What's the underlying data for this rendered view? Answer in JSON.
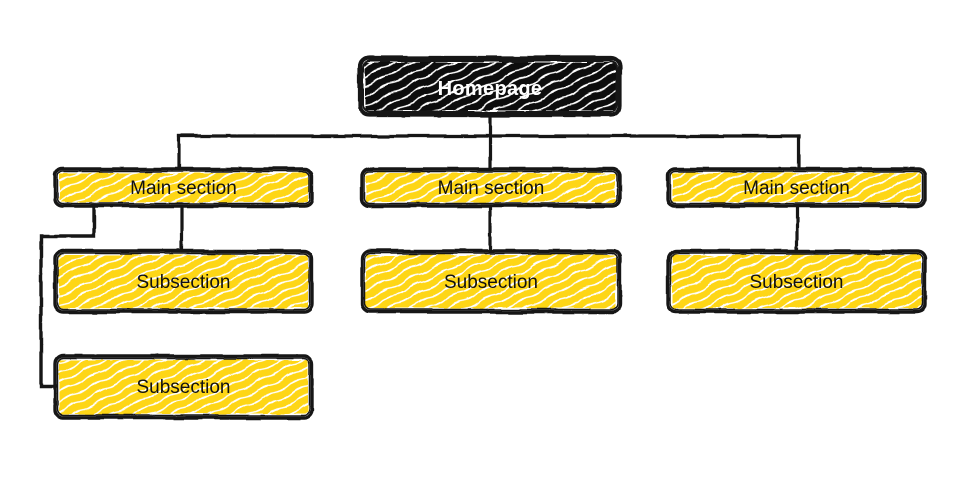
{
  "diagram_type": "sitemap-tree",
  "colors": {
    "yellow": "#FED615",
    "node_black": "#0d0d0d",
    "line": "#161616",
    "text_dark": "#111111",
    "text_light": "#ffffff"
  },
  "nodes": {
    "homepage": {
      "label": "Homepage",
      "level": "root"
    },
    "main_left": {
      "label": "Main section",
      "level": "main"
    },
    "main_center": {
      "label": "Main section",
      "level": "main"
    },
    "main_right": {
      "label": "Main section",
      "level": "main"
    },
    "sub_left_1": {
      "label": "Subsection",
      "level": "sub"
    },
    "sub_left_2": {
      "label": "Subsection",
      "level": "sub"
    },
    "sub_center": {
      "label": "Subsection",
      "level": "sub"
    },
    "sub_right": {
      "label": "Subsection",
      "level": "sub"
    }
  },
  "edges": [
    {
      "from": "homepage",
      "to": "main_left"
    },
    {
      "from": "homepage",
      "to": "main_center"
    },
    {
      "from": "homepage",
      "to": "main_right"
    },
    {
      "from": "main_left",
      "to": "sub_left_1"
    },
    {
      "from": "main_left",
      "to": "sub_left_2"
    },
    {
      "from": "main_center",
      "to": "sub_center"
    },
    {
      "from": "main_right",
      "to": "sub_right"
    }
  ]
}
